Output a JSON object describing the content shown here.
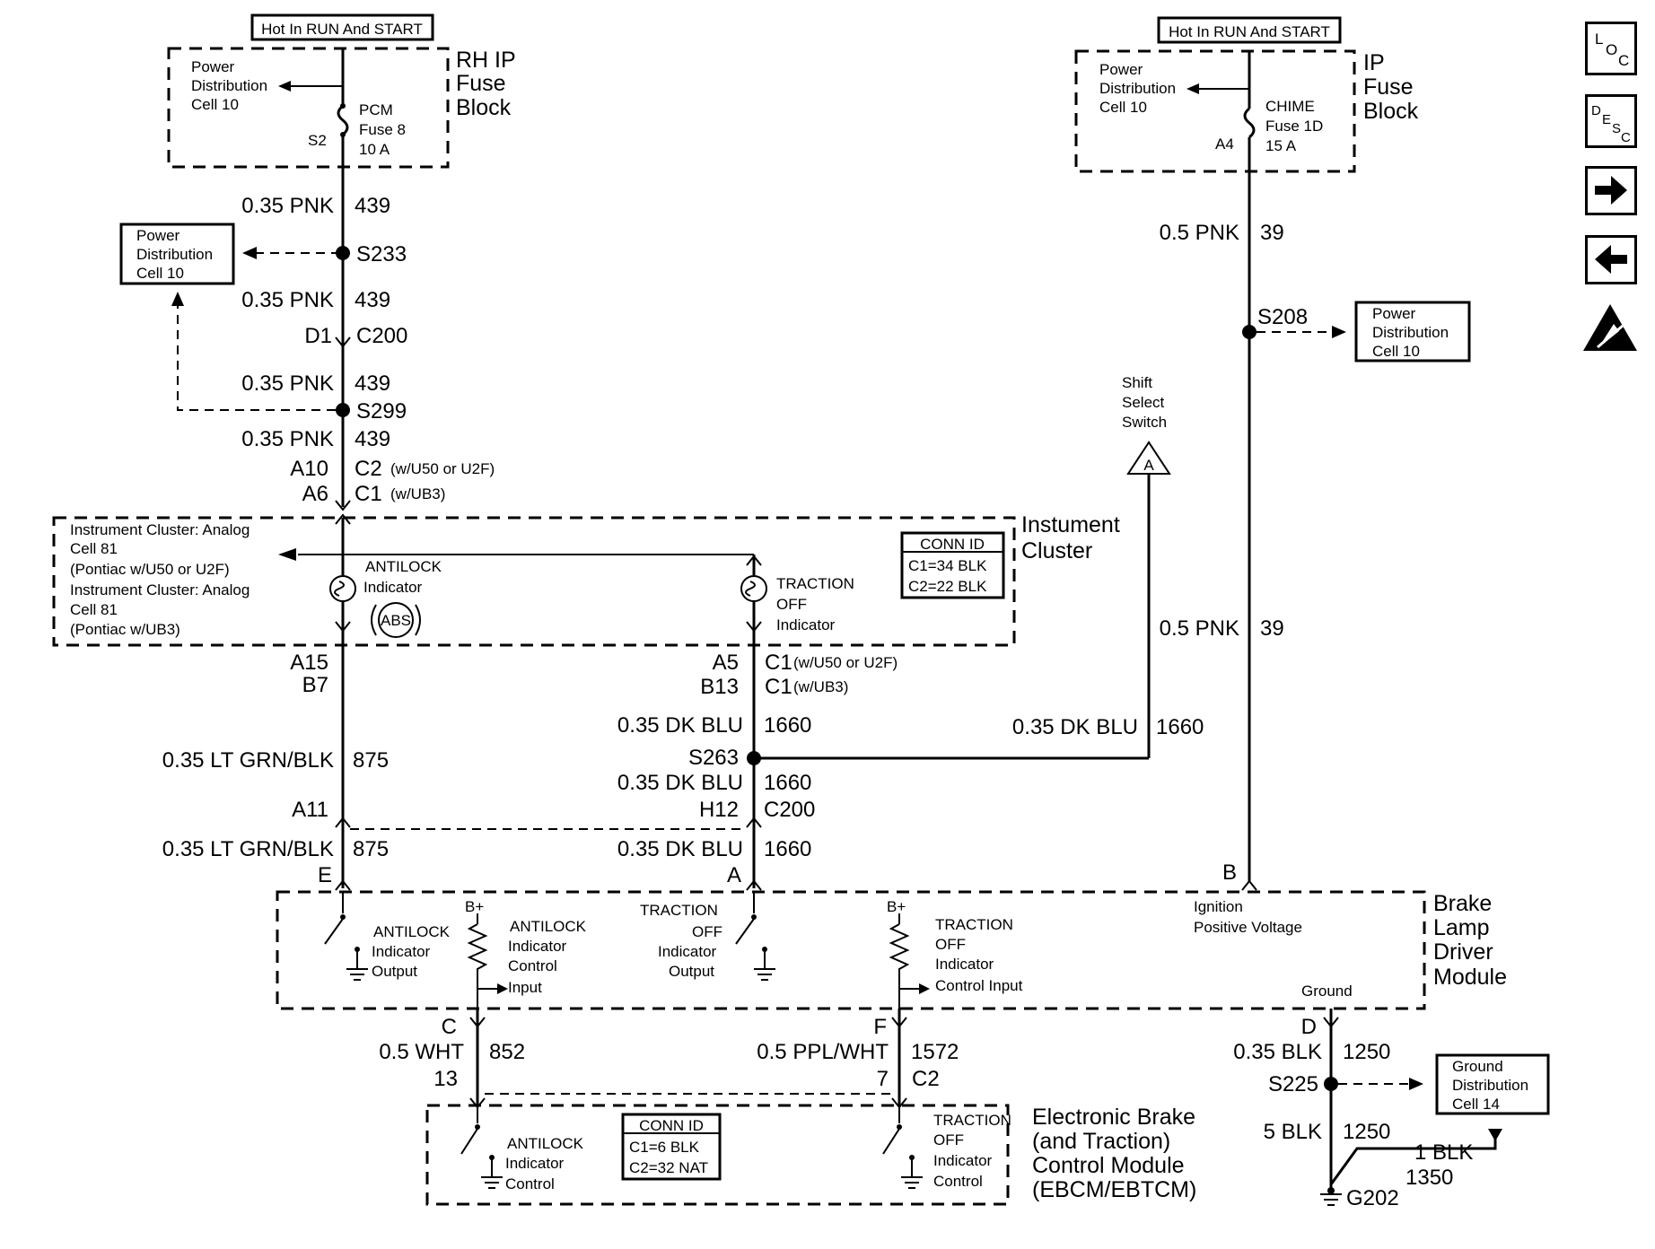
{
  "fuse_left": {
    "hot_label": "Hot In RUN And START",
    "block_label": [
      "RH IP",
      "Fuse",
      "Block"
    ],
    "pd_label": [
      "Power",
      "Distribution",
      "Cell 10"
    ],
    "fuse_label": [
      "PCM",
      "Fuse 8",
      "10 A"
    ],
    "terminal": "S2"
  },
  "fuse_right": {
    "hot_label": "Hot In RUN And START",
    "block_label": [
      "IP",
      "Fuse",
      "Block"
    ],
    "pd_label": [
      "Power",
      "Distribution",
      "Cell 10"
    ],
    "fuse_label": [
      "CHIME",
      "Fuse 1D",
      "15 A"
    ],
    "terminal": "A4"
  },
  "left_wire": {
    "seg1_color": "0.35 PNK",
    "seg1_circuit": "439",
    "splice1": "S233",
    "seg2_color": "0.35 PNK",
    "seg2_circuit": "439",
    "conn1_pin": "D1",
    "conn1_id": "C200",
    "seg3_color": "0.35 PNK",
    "seg3_circuit": "439",
    "splice2": "S299",
    "seg4_color": "0.35 PNK",
    "seg4_circuit": "439",
    "pin_a10": "A10",
    "c2_label": "C2",
    "c2_note": "(w/U50 or U2F)",
    "pin_a6": "A6",
    "c1_label": "C1",
    "c1_note": "(w/UB3)"
  },
  "pd_box_left": [
    "Power",
    "Distribution",
    "Cell 10"
  ],
  "cluster": {
    "title": [
      "Instument",
      "Cluster"
    ],
    "ref_lines": [
      "Instrument Cluster:  Analog",
      "Cell 81",
      "(Pontiac w/U50 or U2F)",
      "Instrument Cluster:  Analog",
      "Cell 81",
      "(Pontiac w/UB3)"
    ],
    "antilock": [
      "ANTILOCK",
      "Indicator"
    ],
    "abs": "ABS",
    "traction": [
      "TRACTION",
      "OFF",
      "Indicator"
    ],
    "conn_id_title": "CONN ID",
    "conn_id_c1": "C1=34 BLK",
    "conn_id_c2": "C2=22 BLK"
  },
  "mid_wires": {
    "a15": "A15",
    "b7": "B7",
    "a5": "A5",
    "b13": "B13",
    "c1a": "C1",
    "c1a_note": "(w/U50 or U2F)",
    "c1b": "C1",
    "c1b_note": "(w/UB3)",
    "ltgrn_color": "0.35 LT GRN/BLK",
    "ltgrn_circuit": "875",
    "dkblu_color1": "0.35 DK BLU",
    "dkblu_circuit1": "1660",
    "splice_s263": "S263",
    "dkblu_color2": "0.35 DK BLU",
    "dkblu_circuit2": "1660",
    "a11": "A11",
    "h12": "H12",
    "c200": "C200",
    "ltgrn_color2": "0.35 LT GRN/BLK",
    "ltgrn_circuit2": "875",
    "dkblu_color3": "0.35 DK BLU",
    "dkblu_circuit3": "1660",
    "pin_e": "E",
    "pin_a": "A",
    "shift_color": "0.35 DK BLU",
    "shift_circuit": "1660",
    "shift_switch": [
      "Shift",
      "Select",
      "Switch"
    ],
    "shift_ref": "A"
  },
  "right_wire": {
    "seg1_color": "0.5 PNK",
    "seg1_circuit": "39",
    "splice": "S208",
    "seg2_color": "0.5 PNK",
    "seg2_circuit": "39",
    "pin_b": "B",
    "pd_box": [
      "Power",
      "Distribution",
      "Cell 10"
    ]
  },
  "blm": {
    "title": [
      "Brake",
      "Lamp",
      "Driver",
      "Module"
    ],
    "b_plus": "B+",
    "antilock_output": [
      "ANTILOCK",
      "Indicator",
      "Output"
    ],
    "antilock_control": [
      "ANTILOCK",
      "Indicator",
      "Control",
      "Input"
    ],
    "traction_output": [
      "TRACTION",
      "OFF",
      "Indicator",
      "Output"
    ],
    "traction_control": [
      "TRACTION",
      "OFF",
      "Indicator",
      "Control Input"
    ],
    "ignition": [
      "Ignition",
      "Positive Voltage"
    ],
    "ground": "Ground"
  },
  "lower_wires": {
    "pin_c": "C",
    "wht_color": "0.5 WHT",
    "wht_circuit": "852",
    "pin_13": "13",
    "pin_f": "F",
    "ppl_color": "0.5 PPL/WHT",
    "ppl_circuit": "1572",
    "pin_7": "7",
    "c2": "C2",
    "pin_d": "D",
    "blk_color": "0.35 BLK",
    "blk_circuit": "1250",
    "splice_s225": "S225",
    "blk5_color": "5 BLK",
    "blk5_circuit": "1250",
    "blk1_color": "1 BLK",
    "blk1_circuit": "1350",
    "ground_g202": "G202",
    "gd_box": [
      "Ground",
      "Distribution",
      "Cell 14"
    ]
  },
  "ebcm": {
    "title": [
      "Electronic Brake",
      "(and Traction)",
      "Control Module",
      "(EBCM/EBTCM)"
    ],
    "antilock": [
      "ANTILOCK",
      "Indicator",
      "Control"
    ],
    "traction": [
      "TRACTION",
      "OFF",
      "Indicator",
      "Control"
    ],
    "conn_id_title": "CONN ID",
    "conn_id_c1": "C1=6 BLK",
    "conn_id_c2": "C2=32 NAT"
  },
  "nav_icons": {
    "loc": "LOC",
    "desc": "DESC",
    "next": "next-arrow",
    "prev": "prev-arrow",
    "esd": "esd-warning"
  }
}
